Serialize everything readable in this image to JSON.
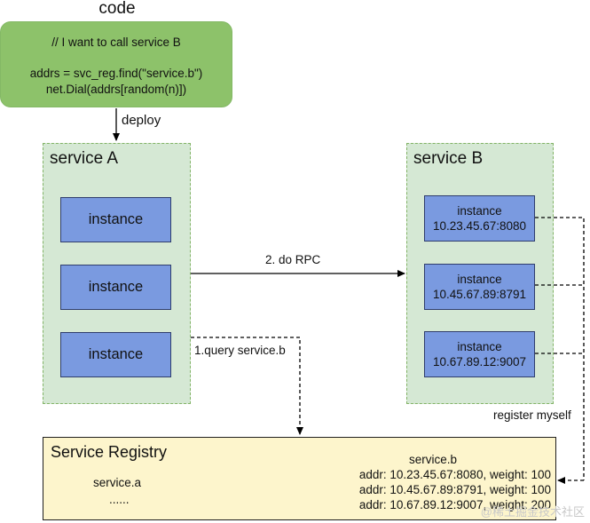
{
  "code": {
    "title": "code",
    "lines": [
      "// I want to call service B",
      "addrs = svc_reg.find(\"service.b\")",
      "net.Dial(addrs[random(n)])"
    ]
  },
  "edges": {
    "deploy": "deploy",
    "rpc": "2. do RPC",
    "query": "1.query service.b",
    "register": "register myself"
  },
  "service_a": {
    "label": "service A",
    "instances": [
      "instance",
      "instance",
      "instance"
    ]
  },
  "service_b": {
    "label": "service B",
    "instances": [
      {
        "name": "instance",
        "addr": "10.23.45.67:8080"
      },
      {
        "name": "instance",
        "addr": "10.45.67.89:8791"
      },
      {
        "name": "instance",
        "addr": "10.67.89.12:9007"
      }
    ]
  },
  "registry": {
    "title": "Service Registry",
    "left_entry": "service.a",
    "left_more": "......",
    "right_title": "service.b",
    "right_entries": [
      "addr: 10.23.45.67:8080, weight: 100",
      "addr: 10.45.67.89:8791, weight: 100",
      "addr: 10.67.89.12:9007, weight: 200"
    ]
  },
  "watermark": "@稀土掘金技术社区",
  "colors": {
    "code_fill": "#8dc26a",
    "service_fill": "#d5e8d4",
    "service_border": "#82b366",
    "instance_fill": "#7a9ae0",
    "registry_fill": "#fdf5cc"
  }
}
